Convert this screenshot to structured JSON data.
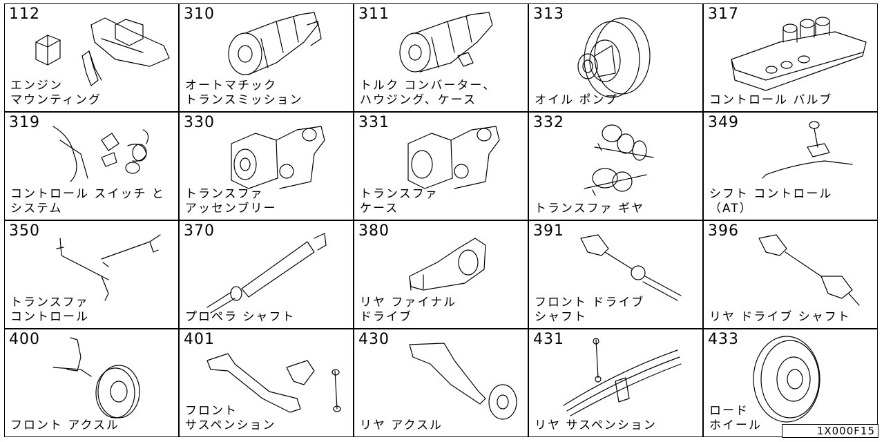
{
  "sheet_id": "1X000F15",
  "cells": [
    {
      "code": "112",
      "name": "engine-mounting",
      "lines": [
        "エンジン",
        "マウンティング"
      ]
    },
    {
      "code": "310",
      "name": "auto-transmission",
      "lines": [
        "オートマチック",
        "トランスミッション"
      ]
    },
    {
      "code": "311",
      "name": "torque-converter-housing-case",
      "lines": [
        "トルク コンバーター、",
        "ハウジング、ケース"
      ]
    },
    {
      "code": "313",
      "name": "oil-pump",
      "lines": [
        "",
        "オイル ポンプ"
      ]
    },
    {
      "code": "317",
      "name": "control-valve",
      "lines": [
        "",
        "コントロール バルブ"
      ]
    },
    {
      "code": "319",
      "name": "control-switch-system",
      "lines": [
        "コントロール スイッチ と",
        "システム"
      ]
    },
    {
      "code": "330",
      "name": "transfer-assembly",
      "lines": [
        "トランスファ",
        "アッセンブリー"
      ]
    },
    {
      "code": "331",
      "name": "transfer-case",
      "lines": [
        "トランスファ",
        "ケース"
      ]
    },
    {
      "code": "332",
      "name": "transfer-gear",
      "lines": [
        "",
        "トランスファ ギヤ"
      ]
    },
    {
      "code": "349",
      "name": "shift-control-at",
      "lines": [
        "シフト コントロール",
        "（AT）"
      ]
    },
    {
      "code": "350",
      "name": "transfer-control",
      "lines": [
        "トランスファ",
        "コントロール"
      ]
    },
    {
      "code": "370",
      "name": "propeller-shaft",
      "lines": [
        "",
        "プロペラ シャフト"
      ]
    },
    {
      "code": "380",
      "name": "rear-final-drive",
      "lines": [
        "リヤ ファイナル",
        "ドライブ"
      ]
    },
    {
      "code": "391",
      "name": "front-drive-shaft",
      "lines": [
        "フロント ドライブ",
        "シャフト"
      ]
    },
    {
      "code": "396",
      "name": "rear-drive-shaft",
      "lines": [
        "",
        "リヤ ドライブ シャフト"
      ]
    },
    {
      "code": "400",
      "name": "front-axle",
      "lines": [
        "",
        "フロント アクスル"
      ]
    },
    {
      "code": "401",
      "name": "front-suspension",
      "lines": [
        "フロント",
        "サスペンション"
      ]
    },
    {
      "code": "430",
      "name": "rear-axle",
      "lines": [
        "",
        "リヤ アクスル"
      ]
    },
    {
      "code": "431",
      "name": "rear-suspension",
      "lines": [
        "",
        "リヤ サスペンション"
      ]
    },
    {
      "code": "433",
      "name": "road-wheel",
      "lines": [
        "ロード",
        "ホイール"
      ]
    }
  ]
}
